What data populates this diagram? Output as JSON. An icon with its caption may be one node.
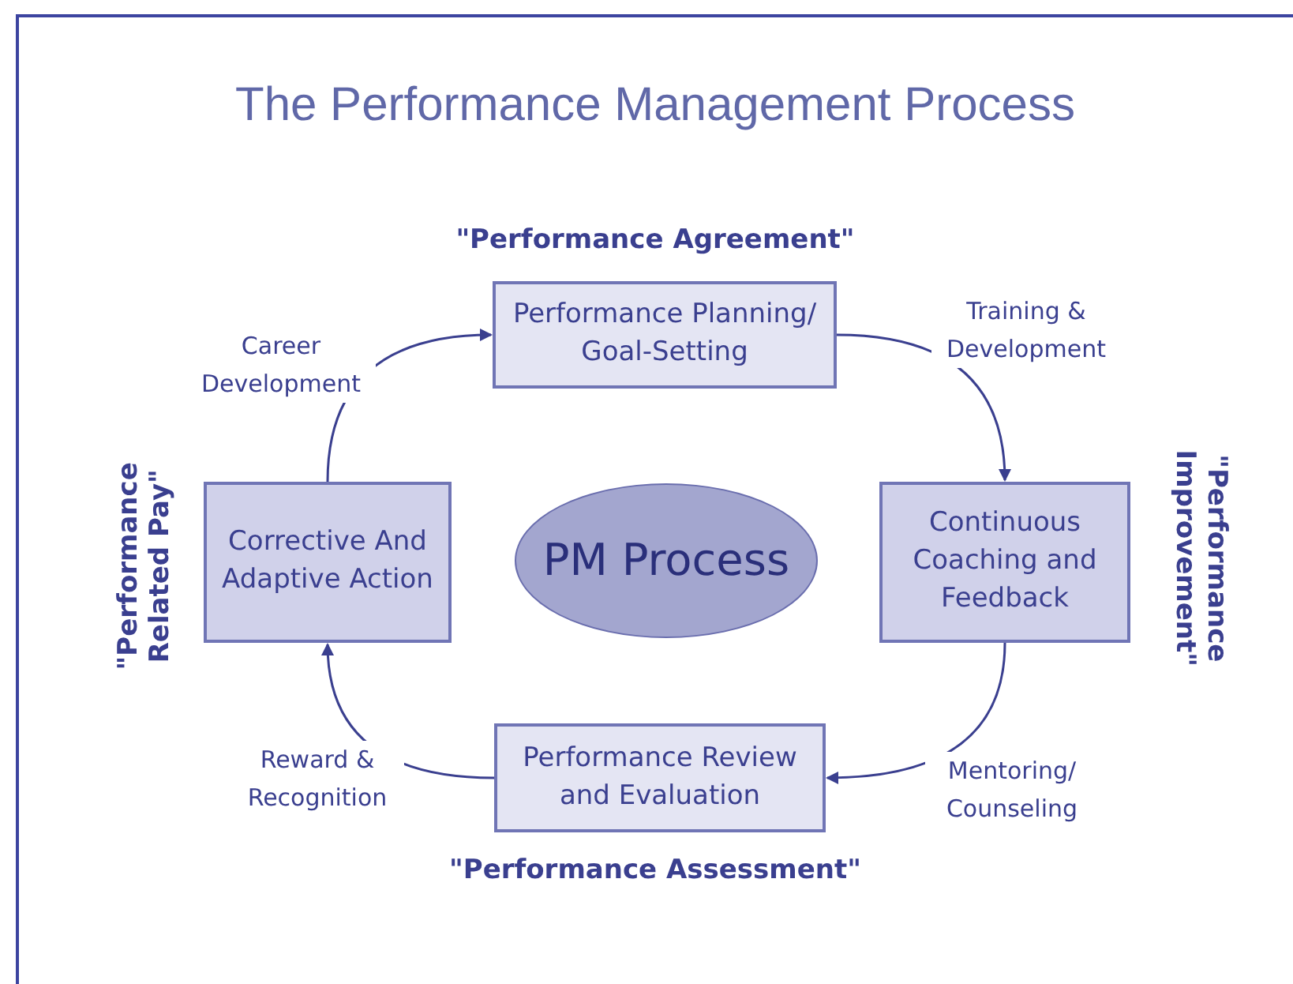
{
  "diagram": {
    "title": "The Performance Management Process",
    "nodes": [
      {
        "text": [
          "Performance Planning/ Goal-Setting"
        ],
        "beside": [
          "\"Performance Agreement\""
        ]
      },
      {
        "text": [
          "Continuous Coaching and Feedback"
        ],
        "beside": [
          "\"Performance Improvement\""
        ]
      },
      {
        "text": [
          "Performance Review and Evaluation"
        ],
        "beside": [
          "\"Performance Assessment\""
        ]
      },
      {
        "text": [
          "Corrective And Adaptive Action"
        ],
        "beside": [
          "\"Performance Related Pay\""
        ]
      },
      {
        "text": [
          "PM Process"
        ]
      }
    ],
    "edges": [
      {
        "from": 0,
        "to": 1,
        "arrow": "to",
        "label": "Training & Development"
      },
      {
        "from": 1,
        "to": 2,
        "arrow": "to",
        "label": "Mentoring/ Counseling"
      },
      {
        "from": 2,
        "to": 3,
        "arrow": "to",
        "label": "Reward & Recognition"
      },
      {
        "from": 3,
        "to": 0,
        "arrow": "to",
        "label": "Career Development"
      }
    ]
  }
}
